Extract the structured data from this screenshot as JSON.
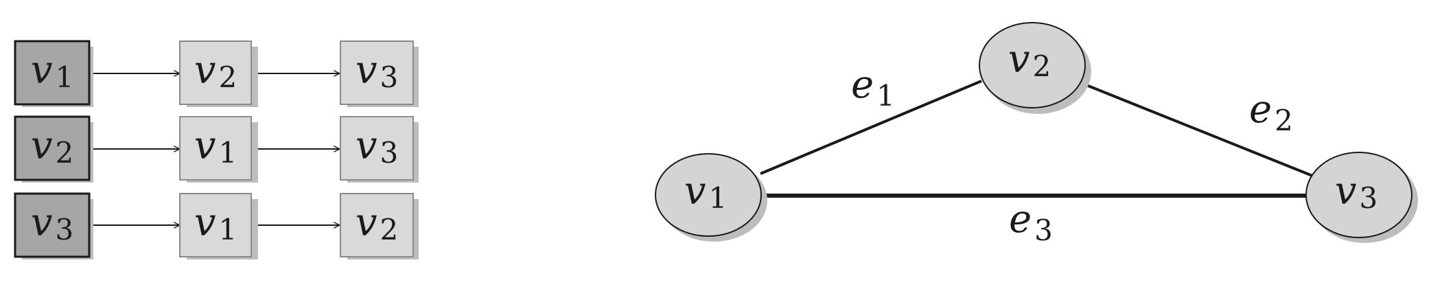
{
  "adjacency_list": {
    "rows": [
      {
        "head": {
          "var": "v",
          "sub": "1"
        },
        "neighbors": [
          {
            "var": "v",
            "sub": "2"
          },
          {
            "var": "v",
            "sub": "3"
          }
        ]
      },
      {
        "head": {
          "var": "v",
          "sub": "2"
        },
        "neighbors": [
          {
            "var": "v",
            "sub": "1"
          },
          {
            "var": "v",
            "sub": "3"
          }
        ]
      },
      {
        "head": {
          "var": "v",
          "sub": "3"
        },
        "neighbors": [
          {
            "var": "v",
            "sub": "1"
          },
          {
            "var": "v",
            "sub": "2"
          }
        ]
      }
    ]
  },
  "graph": {
    "nodes": [
      {
        "var": "v",
        "sub": "1"
      },
      {
        "var": "v",
        "sub": "2"
      },
      {
        "var": "v",
        "sub": "3"
      }
    ],
    "edges": [
      {
        "var": "e",
        "sub": "1",
        "from": "v1",
        "to": "v2"
      },
      {
        "var": "e",
        "sub": "2",
        "from": "v2",
        "to": "v3"
      },
      {
        "var": "e",
        "sub": "3",
        "from": "v1",
        "to": "v3"
      }
    ]
  },
  "colors": {
    "head_fill": "#a6a6a6",
    "cell_fill": "#d9d9d9",
    "node_fill": "#d4d4d4",
    "shadow": "#bdbdbd",
    "stroke": "#1a1a1a"
  }
}
